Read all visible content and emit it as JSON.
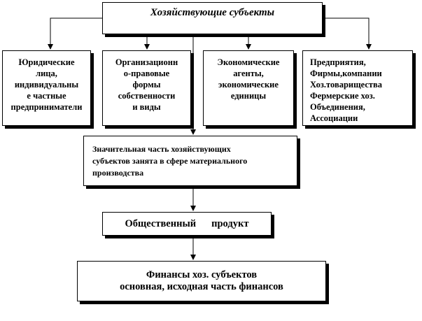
{
  "top": {
    "title": "Хозяйствующие субъекты"
  },
  "boxes": [
    {
      "lines": [
        "Юридические",
        "лица,",
        "индивидуальны",
        "е частные",
        "предприниматели"
      ]
    },
    {
      "lines": [
        "Организационн",
        "о-правовые",
        "формы",
        "собственности",
        "и виды"
      ]
    },
    {
      "lines": [
        "Экономические",
        "агенты,",
        "экономические",
        "единицы"
      ]
    },
    {
      "lines": [
        "Предприятия,",
        "Фирмы,компании",
        "Хоз.товарищества",
        "Фермерские хоз.",
        "Объединения,",
        "Ассоциации"
      ]
    }
  ],
  "middle": {
    "lines": [
      "Значительная часть хозяйствующих",
      "субъектов занята в сфере материального",
      "производства"
    ]
  },
  "product": {
    "word1": "Общественный",
    "word2": "продукт"
  },
  "finance": {
    "lines": [
      "Финансы хоз. субъектов",
      "основная, исходная часть финансов"
    ]
  },
  "colors": {
    "line": "#000000",
    "box_fill": "#ffffff",
    "shadow": "#000000"
  }
}
